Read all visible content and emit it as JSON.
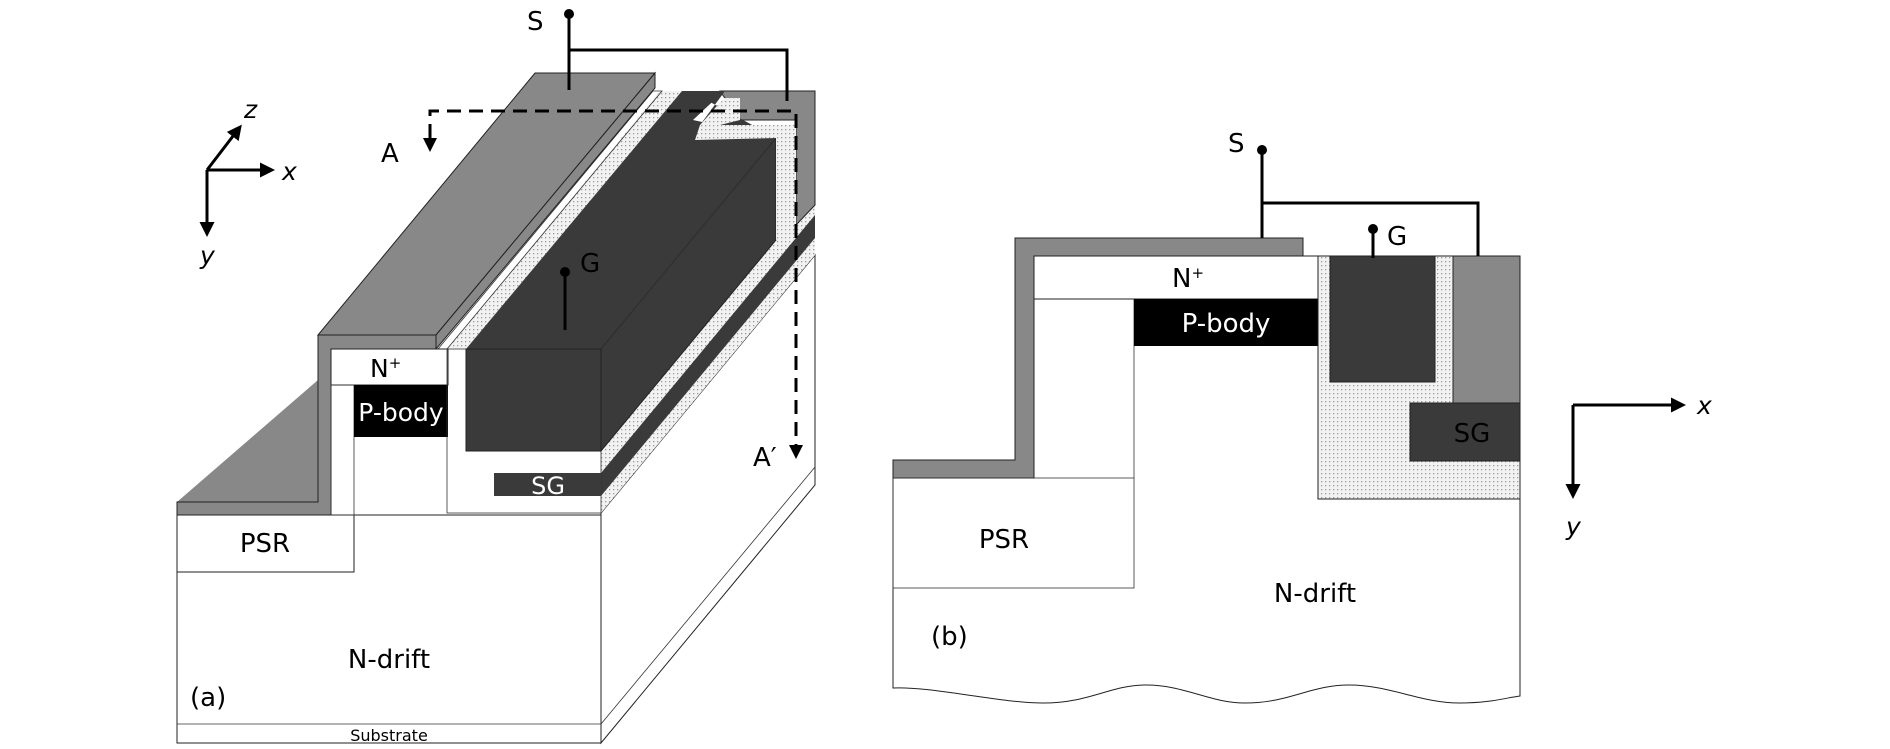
{
  "figure": {
    "colors": {
      "metal": "#888888",
      "gate_poly": "#3a3a3a",
      "p_body": "#000000",
      "oxide_fill": "#f2f2f2",
      "oxide_dots": "#9a9a9a",
      "silicon": "#ffffff",
      "line": "#000000"
    },
    "panel_a": {
      "tag": "(a)",
      "regions": {
        "n_plus": "N",
        "n_plus_sup": "+",
        "p_body": "P-body",
        "psr": "PSR",
        "n_drift": "N-drift",
        "shield_gate": "SG",
        "substrate": "Substrate"
      },
      "terminals": {
        "source": "S",
        "gate": "G"
      },
      "cut_line": {
        "start": "A",
        "end": "A′"
      },
      "axes": {
        "x": "x",
        "y": "y",
        "z": "z"
      }
    },
    "panel_b": {
      "tag": "(b)",
      "regions": {
        "n_plus": "N",
        "n_plus_sup": "+",
        "p_body": "P-body",
        "psr": "PSR",
        "n_drift": "N-drift",
        "shield_gate": "SG"
      },
      "terminals": {
        "source": "S",
        "gate": "G"
      },
      "axes": {
        "x": "x",
        "y": "y"
      }
    }
  }
}
